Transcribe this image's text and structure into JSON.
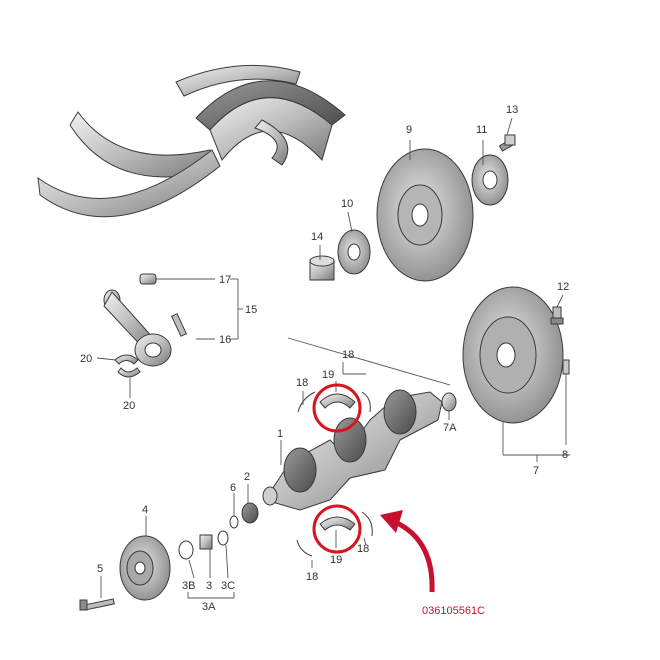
{
  "callouts": {
    "c1": "1",
    "c2": "2",
    "c3": "3",
    "c3a": "3A",
    "c3b": "3B",
    "c3c": "3C",
    "c4": "4",
    "c5": "5",
    "c6": "6",
    "c7": "7",
    "c7a": "7A",
    "c8": "8",
    "c9": "9",
    "c10": "10",
    "c11": "11",
    "c12": "12",
    "c13": "13",
    "c14": "14",
    "c15": "15",
    "c16": "16",
    "c17": "17",
    "c18a": "18",
    "c18b": "18",
    "c18c": "18",
    "c18d": "18",
    "c19a": "19",
    "c19b": "19",
    "c20a": "20",
    "c20b": "20"
  },
  "part_number": "036105561C",
  "colors": {
    "highlight": "#d8141e",
    "arrow": "#c8102e",
    "metal_light": "#d9d9d9",
    "metal_dark": "#6b6b6b"
  }
}
